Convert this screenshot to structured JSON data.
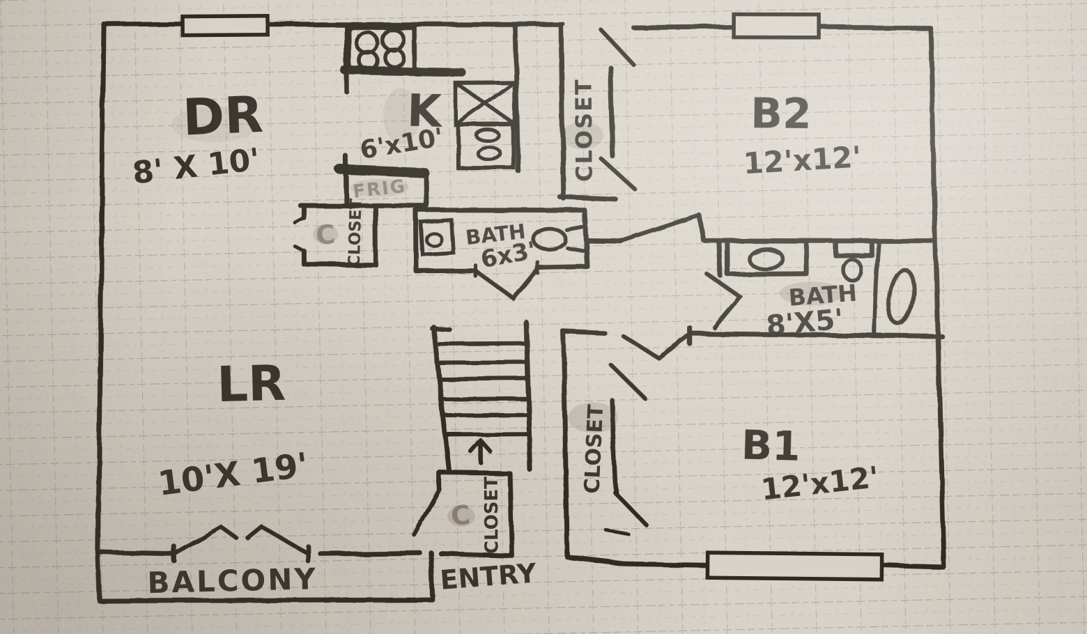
{
  "plan": {
    "rooms": {
      "dining": {
        "label": "DR",
        "dims": "8' X 10'"
      },
      "kitchen": {
        "label": "K",
        "dims": "6'x10'"
      },
      "bedroom2": {
        "label": "B2",
        "dims": "12'x12'"
      },
      "bath_small": {
        "label": "BATH",
        "dims": "6x3'"
      },
      "bath_main": {
        "label": "BATH",
        "dims": "8'X5'"
      },
      "living": {
        "label": "LR",
        "dims": "10'X 19'"
      },
      "bedroom1": {
        "label": "B1",
        "dims": "12'x12'"
      },
      "balcony": {
        "label": "BALCONY"
      },
      "entry": {
        "label": "ENTRY"
      }
    },
    "closets": {
      "hall_upper": "CLOSET",
      "dining": "CLOSET",
      "entry": "CLOSET",
      "bedroom1": "CLOSET"
    },
    "appliances": {
      "fridge": "FRIG"
    },
    "pencil_marks": {
      "dining_closet": "C",
      "entry_closet": "C"
    },
    "icons": {
      "stairs_arrow": "up-arrow"
    },
    "colors": {
      "paper": "#d8d2c8",
      "ink": "#2e2922",
      "pencil": "#837b6e",
      "grid": "#a59c8e"
    }
  }
}
